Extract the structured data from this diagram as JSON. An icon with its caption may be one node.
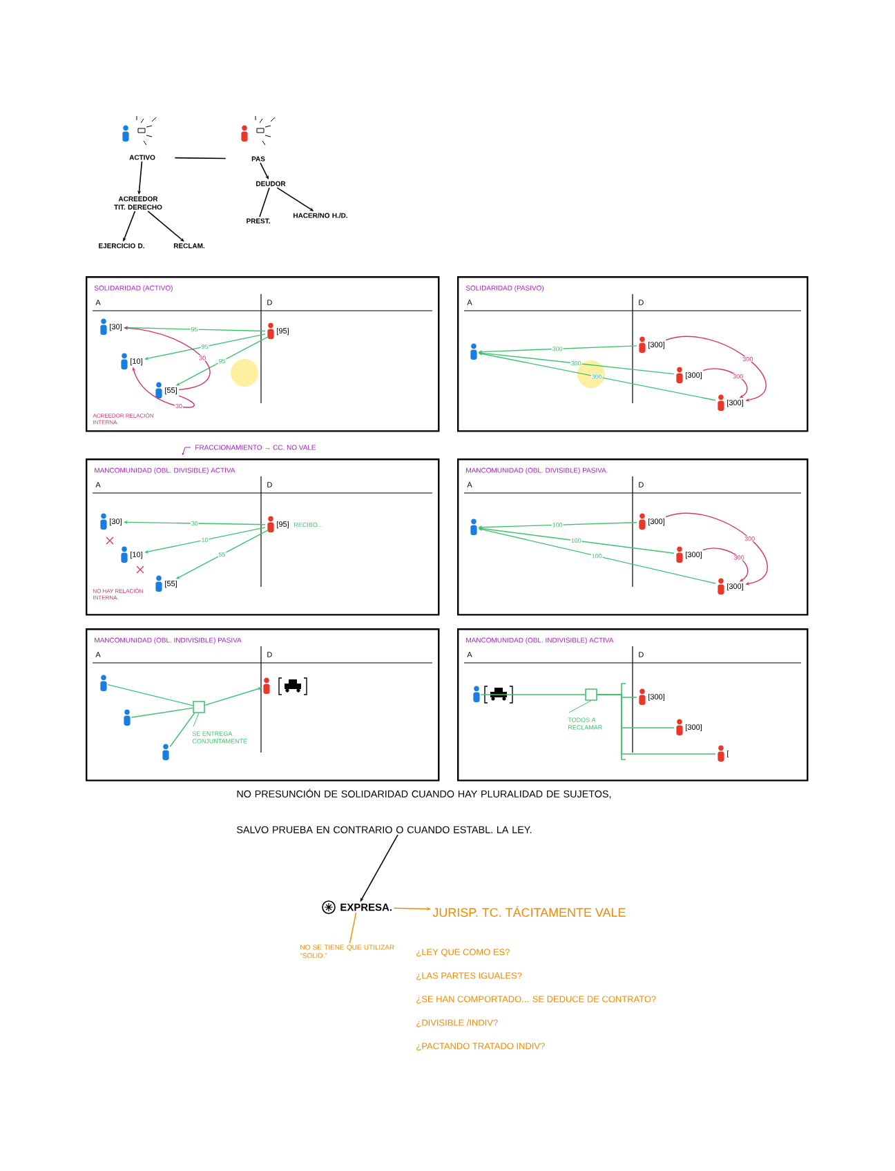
{
  "diagram": {
    "nodes": [
      {
        "text": [
          "ACTIVO"
        ]
      },
      {
        "text": [
          "PAS"
        ]
      },
      {
        "text": [
          "ACREEDOR TIT. DERECHO"
        ]
      },
      {
        "text": [
          "DEUDOR"
        ]
      },
      {
        "text": [
          "EJERCICIO D."
        ]
      },
      {
        "text": [
          "RECLAM."
        ]
      },
      {
        "text": [
          "PREST."
        ]
      },
      {
        "text": [
          "HACER/NO H./D."
        ]
      },
      {
        "text": [
          "SOLIDARIDAD (ACTIVO)",
          "A",
          "D",
          "ACREEDOR RELACIÓN INTERNA"
        ]
      },
      {
        "text": [
          "[30]"
        ],
        "in": 8
      },
      {
        "text": [
          "[10]"
        ],
        "in": 8
      },
      {
        "text": [
          "[55]"
        ],
        "in": 8
      },
      {
        "text": [
          "[95]"
        ],
        "in": 8
      },
      {
        "text": [
          "SOLIDARIDAD (PASIVO)",
          "A",
          "D"
        ]
      },
      {
        "text": [],
        "shape": "person",
        "in": 13
      },
      {
        "text": [
          "[300]"
        ],
        "in": 13
      },
      {
        "text": [
          "[300]"
        ],
        "in": 13
      },
      {
        "text": [
          "[300]"
        ],
        "in": 13
      },
      {
        "text": [
          "MANCOMUNIDAD (OBL. DIVISIBLE) ACTIVA",
          "A",
          "D",
          "NO HAY RELACIÓN INTERNA."
        ],
        "beside": [
          "FRACCIONAMIENTO → CC. NO VALE"
        ]
      },
      {
        "text": [
          "[30]"
        ],
        "in": 18
      },
      {
        "text": [
          "[10]"
        ],
        "in": 18
      },
      {
        "text": [
          "[55]"
        ],
        "in": 18
      },
      {
        "text": [
          "[95]"
        ],
        "in": 18,
        "beside": [
          "RECIBO..."
        ]
      },
      {
        "text": [
          "MANCOMUNIDAD (OBL. DIVISIBLE) PASIVA.",
          "A",
          "D"
        ]
      },
      {
        "text": [],
        "shape": "person",
        "in": 23
      },
      {
        "text": [
          "[300]"
        ],
        "in": 23
      },
      {
        "text": [
          "[300]"
        ],
        "in": 23
      },
      {
        "text": [
          "[300]"
        ],
        "in": 23
      },
      {
        "text": [
          "MANCOMUNIDAD (OBL. INDIVISIBLE) PASIVA",
          "A",
          "D"
        ]
      },
      {
        "text": [],
        "shape": "person",
        "in": 28
      },
      {
        "text": [],
        "shape": "person",
        "in": 28
      },
      {
        "text": [],
        "shape": "person",
        "in": 28
      },
      {
        "text": [],
        "shape": "box",
        "in": 28,
        "beside": [
          "SE ENTREGA CONJUNTAMENTE"
        ]
      },
      {
        "text": [],
        "shape": "person",
        "in": 28
      },
      {
        "text": [
          "MANCOMUNIDAD (OBL. INDIVISIBLE) ACTIVA",
          "A",
          "D"
        ]
      },
      {
        "text": [],
        "shape": "person",
        "in": 34
      },
      {
        "text": [],
        "shape": "box",
        "in": 34,
        "beside": [
          "TODOS A RECLAMAR"
        ]
      },
      {
        "text": [
          "[300]"
        ],
        "in": 34
      },
      {
        "text": [
          "[300]"
        ],
        "in": 34
      },
      {
        "text": [
          "["
        ],
        "in": 34
      },
      {
        "text": [
          "NO PRESUNCIÓN DE SOLIDARIDAD CUANDO HAY PLURALIDAD DE SUJETOS, SALVO PRUEBA EN CONTRARIO O CUANDO ESTABL. LA LEY."
        ]
      },
      {
        "text": [
          "EXPRESA."
        ]
      },
      {
        "text": [
          "JURISP. TC. TÁCITAMENTE VALE"
        ]
      },
      {
        "text": [
          "NO SE TIENE QUE UTILIZAR “SOLID.”"
        ]
      }
    ],
    "edges": [
      {
        "from": 0,
        "to": 1,
        "arrow": "none",
        "color": "#000000"
      },
      {
        "from": 0,
        "to": 2,
        "arrow": "to",
        "color": "#000000"
      },
      {
        "from": 1,
        "to": 3,
        "arrow": "to",
        "color": "#000000"
      },
      {
        "from": 2,
        "to": 4,
        "arrow": "to",
        "color": "#000000"
      },
      {
        "from": 2,
        "to": 5,
        "arrow": "to",
        "color": "#000000"
      },
      {
        "from": 3,
        "to": 6,
        "arrow": "none",
        "color": "#000000"
      },
      {
        "from": 3,
        "to": 7,
        "arrow": "to",
        "color": "#000000"
      },
      {
        "from": 12,
        "to": 9,
        "arrow": "to",
        "label": "95"
      },
      {
        "from": 12,
        "to": 10,
        "arrow": "to",
        "label": "95"
      },
      {
        "from": 12,
        "to": 11,
        "arrow": "to",
        "label": "95"
      },
      {
        "from": 11,
        "to": 9,
        "arrow": "to",
        "label": "30",
        "color": "#d8336a"
      },
      {
        "from": 11,
        "to": 10,
        "arrow": "to",
        "label": "30",
        "color": "#d8336a"
      },
      {
        "from": 15,
        "to": 14,
        "arrow": "to",
        "label": "300"
      },
      {
        "from": 16,
        "to": 14,
        "arrow": "to",
        "label": "300"
      },
      {
        "from": 17,
        "to": 14,
        "arrow": "to",
        "label": "300"
      },
      {
        "from": 15,
        "to": 17,
        "arrow": "to",
        "label": "300",
        "color": "#d8336a"
      },
      {
        "from": 16,
        "to": 17,
        "arrow": "to",
        "label": "300",
        "color": "#d8336a"
      },
      {
        "from": 22,
        "to": 19,
        "arrow": "to",
        "label": "30"
      },
      {
        "from": 22,
        "to": 20,
        "arrow": "to",
        "label": "10"
      },
      {
        "from": 22,
        "to": 21,
        "arrow": "to",
        "label": "55"
      },
      {
        "from": 25,
        "to": 24,
        "arrow": "to",
        "label": "100"
      },
      {
        "from": 26,
        "to": 24,
        "arrow": "to",
        "label": "100"
      },
      {
        "from": 27,
        "to": 24,
        "arrow": "to",
        "label": "100"
      },
      {
        "from": 25,
        "to": 27,
        "arrow": "to",
        "label": "300",
        "color": "#d8336a"
      },
      {
        "from": 26,
        "to": 27,
        "arrow": "to",
        "label": "300",
        "color": "#d8336a"
      },
      {
        "from": 29,
        "to": 32,
        "arrow": "none"
      },
      {
        "from": 30,
        "to": 32,
        "arrow": "none"
      },
      {
        "from": 31,
        "to": 32,
        "arrow": "none"
      },
      {
        "from": 32,
        "to": 33,
        "arrow": "to"
      },
      {
        "from": 35,
        "to": 36,
        "arrow": "none"
      },
      {
        "from": 36,
        "to": 37,
        "arrow": "none"
      },
      {
        "from": 36,
        "to": 38,
        "arrow": "none"
      },
      {
        "from": 36,
        "to": 39,
        "arrow": "none"
      },
      {
        "from": 40,
        "to": 41,
        "arrow": "to",
        "color": "#000000"
      },
      {
        "from": 41,
        "to": 42,
        "arrow": "to",
        "color": "#f08a00"
      },
      {
        "from": 43,
        "to": 41,
        "arrow": "none",
        "color": "#f08a00"
      }
    ],
    "labels": [
      "¿LEY QUE COMO ES?",
      "¿LAS PARTES IGUALES?",
      "¿SE HAN COMPORTADO... SE DEDUCE DE CONTRATO?",
      "¿DIVISIBLE /INDIV?",
      "¿PACTANDO TRATADO INDIV?"
    ]
  }
}
